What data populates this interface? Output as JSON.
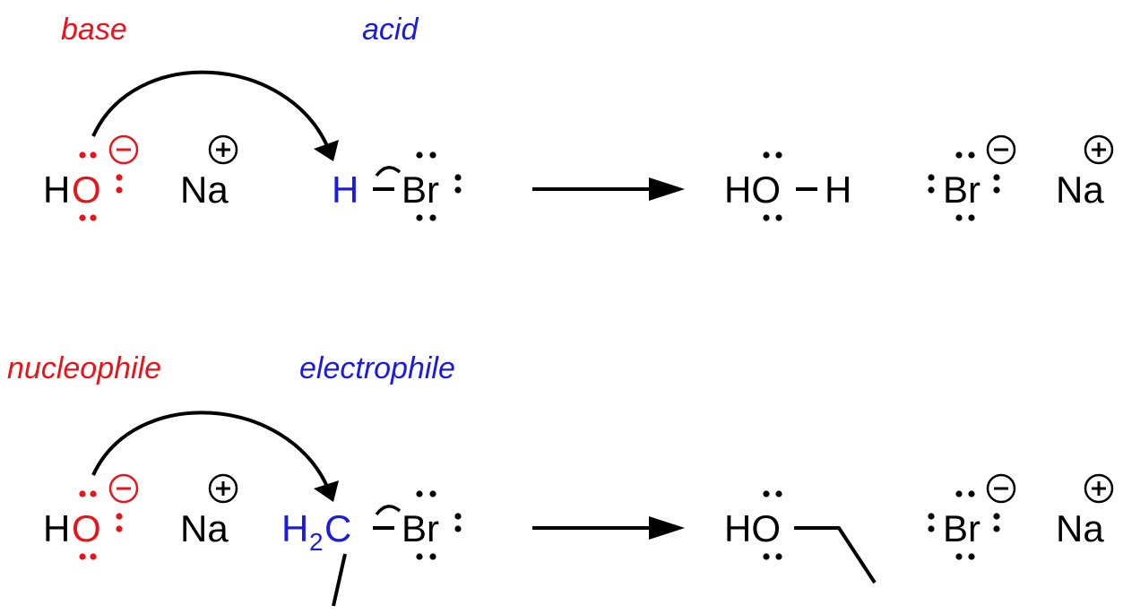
{
  "colors": {
    "black": "#000000",
    "red": "#e8141b",
    "blue": "#1b1be0"
  },
  "reaction1": {
    "base_label": "base",
    "acid_label": "acid",
    "hydroxide": {
      "h": "H",
      "o": "O"
    },
    "sodium": "Na",
    "acid_h": "H",
    "acid_br": "Br",
    "product_water": {
      "ho": "HO",
      "h": "H"
    },
    "product_bromide": "Br",
    "product_sodium": "Na"
  },
  "reaction2": {
    "nucleophile_label": "nucleophile",
    "electrophile_label": "electrophile",
    "hydroxide": {
      "h": "H",
      "o": "O"
    },
    "sodium": "Na",
    "electrophile_h": "H",
    "electrophile_sub": "2",
    "electrophile_c": "C",
    "electrophile_br": "Br",
    "product_alcohol": "HO",
    "product_bromide": "Br",
    "product_sodium": "Na"
  },
  "charges": {
    "negative": "−",
    "positive": "+"
  }
}
